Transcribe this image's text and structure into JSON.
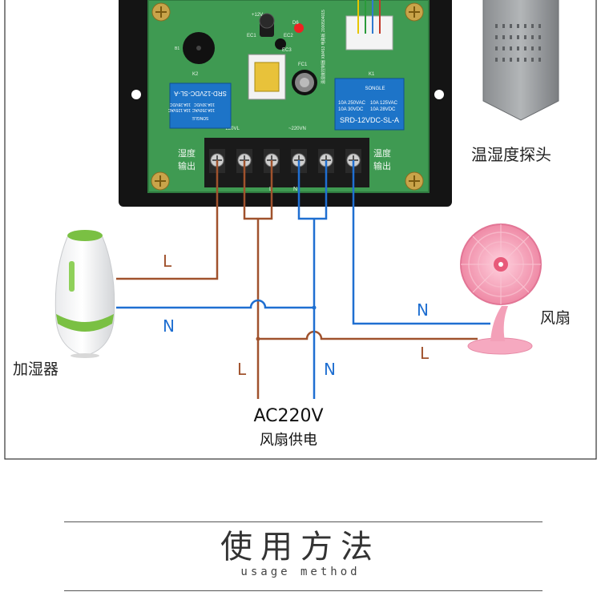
{
  "board": {
    "left_terminal_text": [
      "湿度",
      "输出"
    ],
    "right_terminal_text": [
      "温度",
      "输出"
    ],
    "relay_left": {
      "model": "SRD-12VDC-SL-A",
      "ratings": [
        "10A 250VAC",
        "10A 30VDC",
        "10A 125VAC",
        "10A 28VDC"
      ],
      "brand": "SONGLE"
    },
    "relay_right": {
      "model": "SRD-12VDC-SL-A",
      "ratings": [
        "10A 250VAC",
        "10A 30VDC",
        "10A 125VAC",
        "10A 28VDC"
      ],
      "brand": "SONGLE"
    },
    "silk": [
      "+12V",
      "EC1",
      "EC2",
      "EC3",
      "FC1",
      "K1",
      "K2",
      "~220VL",
      "~220VN",
      "L",
      "L",
      "N",
      "N",
      "B1",
      "D6"
    ],
    "pcb_id": "温湿度控制器 XM453 电路板 2000504015"
  },
  "devices": {
    "humidifier_label": "加湿器",
    "fan_label": "风扇",
    "probe_label": "温湿度探头"
  },
  "wires": {
    "humidifier_L": "L",
    "humidifier_N": "N",
    "fan_L": "L",
    "fan_N": "N",
    "supply_L": "L",
    "supply_N": "N"
  },
  "supply": {
    "voltage": "AC220V",
    "caption": "风扇供电"
  },
  "section": {
    "title": "使用方法",
    "subtitle": "usage method"
  },
  "colors": {
    "live_wire": "#a0522d",
    "neutral_wire": "#1f6fd1",
    "pcb_green": "#3f9a52",
    "relay_blue": "#1d74c8"
  }
}
